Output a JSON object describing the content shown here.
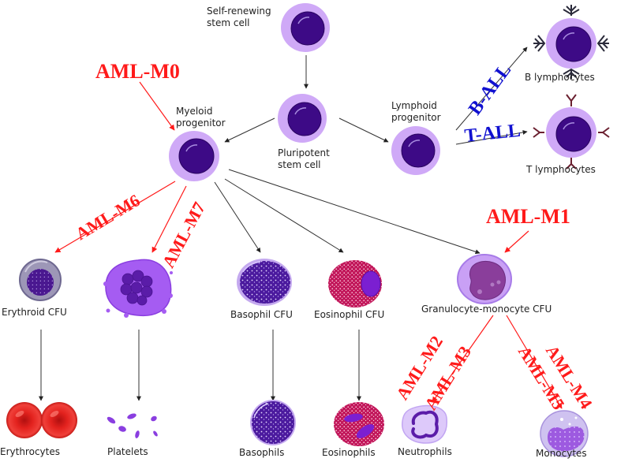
{
  "diagram": {
    "title": "Hematopoiesis and leukemia subtypes",
    "colors": {
      "cell_membrane": "#c9a6f5",
      "cell_nucleus": "#3d0a86",
      "normal_arrow": "#333333",
      "aml_label": "#ff1a1a",
      "all_label": "#1010d0",
      "erythrocyte": "#e3221e",
      "eosinophil_granules": "#c2185b",
      "monocyte": "#b9a3e8"
    },
    "nodes": {
      "self_renewing": {
        "label_line1": "Self-renewing",
        "label_line2": "stem cell"
      },
      "pluripotent": {
        "label_line1": "Pluripotent",
        "label_line2": "stem cell"
      },
      "myeloid": {
        "label_line1": "Myeloid",
        "label_line2": "progenitor"
      },
      "lymphoid": {
        "label_line1": "Lymphoid",
        "label_line2": "progenitor"
      },
      "b_lymphocytes": {
        "label": "B lymphocytes"
      },
      "t_lymphocytes": {
        "label": "T lymphocytes"
      },
      "erythroid_cfu": {
        "label": "Erythroid CFU"
      },
      "megakaryocyte": {
        "label": ""
      },
      "basophil_cfu": {
        "label": "Basophil CFU"
      },
      "eosinophil_cfu": {
        "label": "Eosinophil CFU"
      },
      "gm_cfu": {
        "label": "Granulocyte-monocyte CFU"
      },
      "erythrocytes": {
        "label": "Erythrocytes"
      },
      "platelets": {
        "label": "Platelets"
      },
      "basophils": {
        "label": "Basophils"
      },
      "eosinophils": {
        "label": "Eosinophils"
      },
      "neutrophils": {
        "label": "Neutrophils"
      },
      "monocytes": {
        "label": "Monocytes"
      }
    },
    "leukemia_labels": {
      "aml_m0": "AML-M0",
      "aml_m1": "AML-M1",
      "aml_m2": "AML-M2",
      "aml_m3": "AML-M3",
      "aml_m4": "AML-M4",
      "aml_m5": "AML-M5",
      "aml_m6": "AML-M6",
      "aml_m7": "AML-M7",
      "b_all": "B-ALL",
      "t_all": "T-ALL"
    }
  }
}
